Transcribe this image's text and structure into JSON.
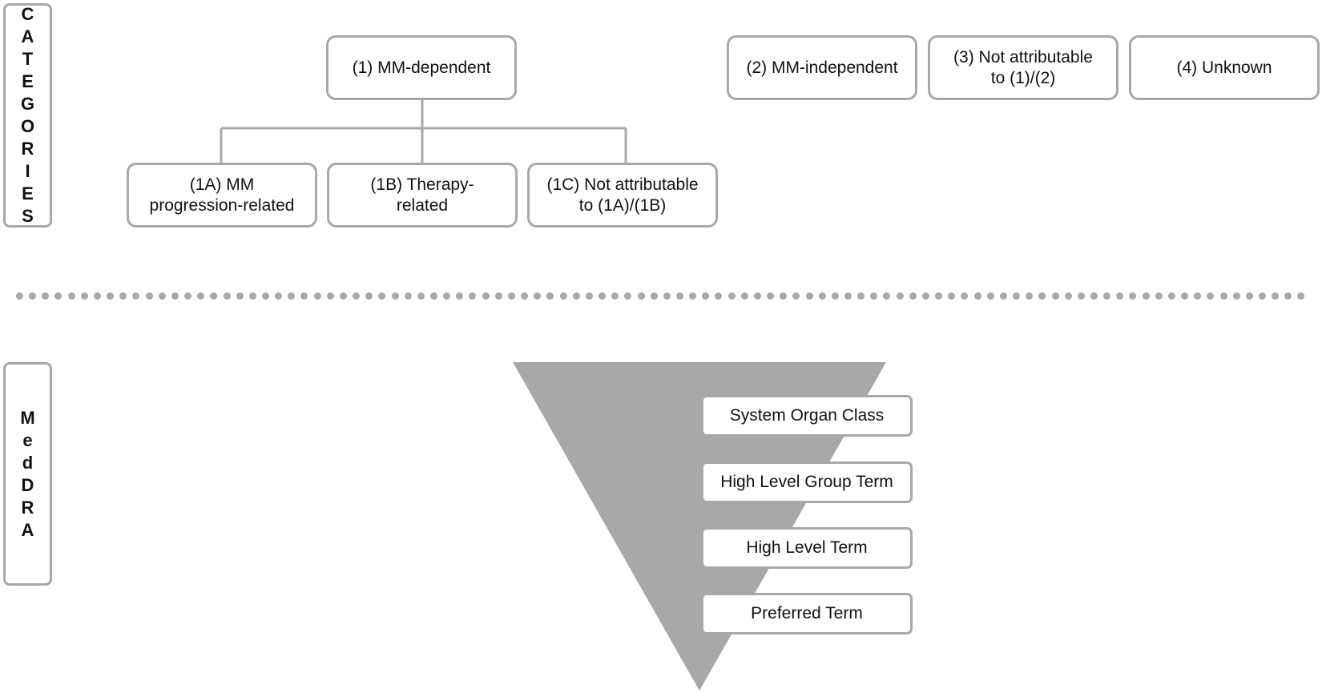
{
  "categories_label": [
    "C",
    "A",
    "T",
    "E",
    "G",
    "O",
    "R",
    "I",
    "E",
    "S"
  ],
  "meddra_label": [
    "M",
    "e",
    "d",
    "D",
    "R",
    "A"
  ],
  "categories": {
    "mm_dependent": "(1) MM-dependent",
    "mm_independent": "(2) MM-independent",
    "not_attributable_1_2": "(3) Not attributable\nto (1)/(2)",
    "unknown": "(4) Unknown",
    "sub": {
      "progression": "(1A) MM\nprogression-related",
      "therapy": "(1B) Therapy-\nrelated",
      "not_attributable_1a_1b": "(1C) Not attributable\nto (1A)/(1B)"
    }
  },
  "meddra_levels": [
    "System Organ Class",
    "High Level Group Term",
    "High Level Term",
    "Preferred Term"
  ],
  "colors": {
    "border": "#a8a8a8",
    "funnel": "#a8a8a8",
    "text": "#111111"
  }
}
